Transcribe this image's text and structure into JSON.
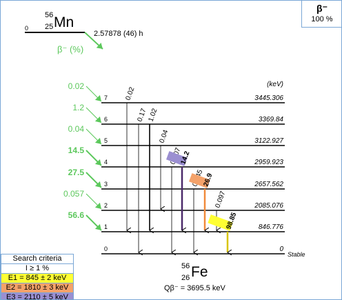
{
  "parent": {
    "mass": "56",
    "z": "25",
    "symbol": "Mn",
    "level": "0",
    "half_life": "2.57878 (46) h"
  },
  "branch_label": "β⁻ (%)",
  "decay_box": {
    "mode": "β⁻",
    "value": "100 %"
  },
  "unit_label": "(keV)",
  "levels": [
    {
      "index": "7",
      "energy": "3445.306",
      "beta": "0.02"
    },
    {
      "index": "6",
      "energy": "3369.84",
      "beta": "1.2"
    },
    {
      "index": "5",
      "energy": "3122.927",
      "beta": "0.04"
    },
    {
      "index": "4",
      "energy": "2959.923",
      "beta": "14.5"
    },
    {
      "index": "3",
      "energy": "2657.562",
      "beta": "27.5"
    },
    {
      "index": "2",
      "energy": "2085.076",
      "beta": "0.057"
    },
    {
      "index": "1",
      "energy": "846.776",
      "beta": "56.6"
    },
    {
      "index": "0",
      "energy": "0",
      "beta": ""
    }
  ],
  "stable_label": "Stable",
  "gammas": [
    {
      "from": 7,
      "to": 1,
      "label": "0.02",
      "highlight": "none"
    },
    {
      "from": 6,
      "to": 0,
      "label": "0.17",
      "highlight": "none"
    },
    {
      "from": 6,
      "to": 1,
      "label": "1.02",
      "highlight": "none"
    },
    {
      "from": 5,
      "to": 2,
      "label": "0.04",
      "highlight": "none"
    },
    {
      "from": 4,
      "to": 0,
      "label": "0.307",
      "highlight": "none"
    },
    {
      "from": 4,
      "to": 1,
      "label": "14.2",
      "highlight": "E3"
    },
    {
      "from": 3,
      "to": 0,
      "label": "0.645",
      "highlight": "none"
    },
    {
      "from": 3,
      "to": 1,
      "label": "26.9",
      "highlight": "E2"
    },
    {
      "from": 2,
      "to": 1,
      "label": "0.097",
      "highlight": "none"
    },
    {
      "from": 1,
      "to": 0,
      "label": "98.85",
      "highlight": "E1"
    }
  ],
  "daughter": {
    "mass": "56",
    "z": "26",
    "symbol": "Fe"
  },
  "q_value": "Qβ⁻ = 3695.5 keV",
  "criteria": {
    "title": "Search criteria",
    "intensity": "I ≥ 1 %",
    "e1": "E1 = 845 ± 2 keV",
    "e2": "E2 = 1810 ± 3 keV",
    "e3": "E3 = 2110 ± 5 keV"
  },
  "colors": {
    "beta_arrow": "#5cc85c",
    "E1": "#ffff33",
    "E1_line": "#d8c400",
    "E2": "#f4a26a",
    "E2_line": "#f08a3a",
    "E3": "#9b8fd1",
    "E3_line": "#4b2a6a",
    "level_line": "#000000"
  }
}
